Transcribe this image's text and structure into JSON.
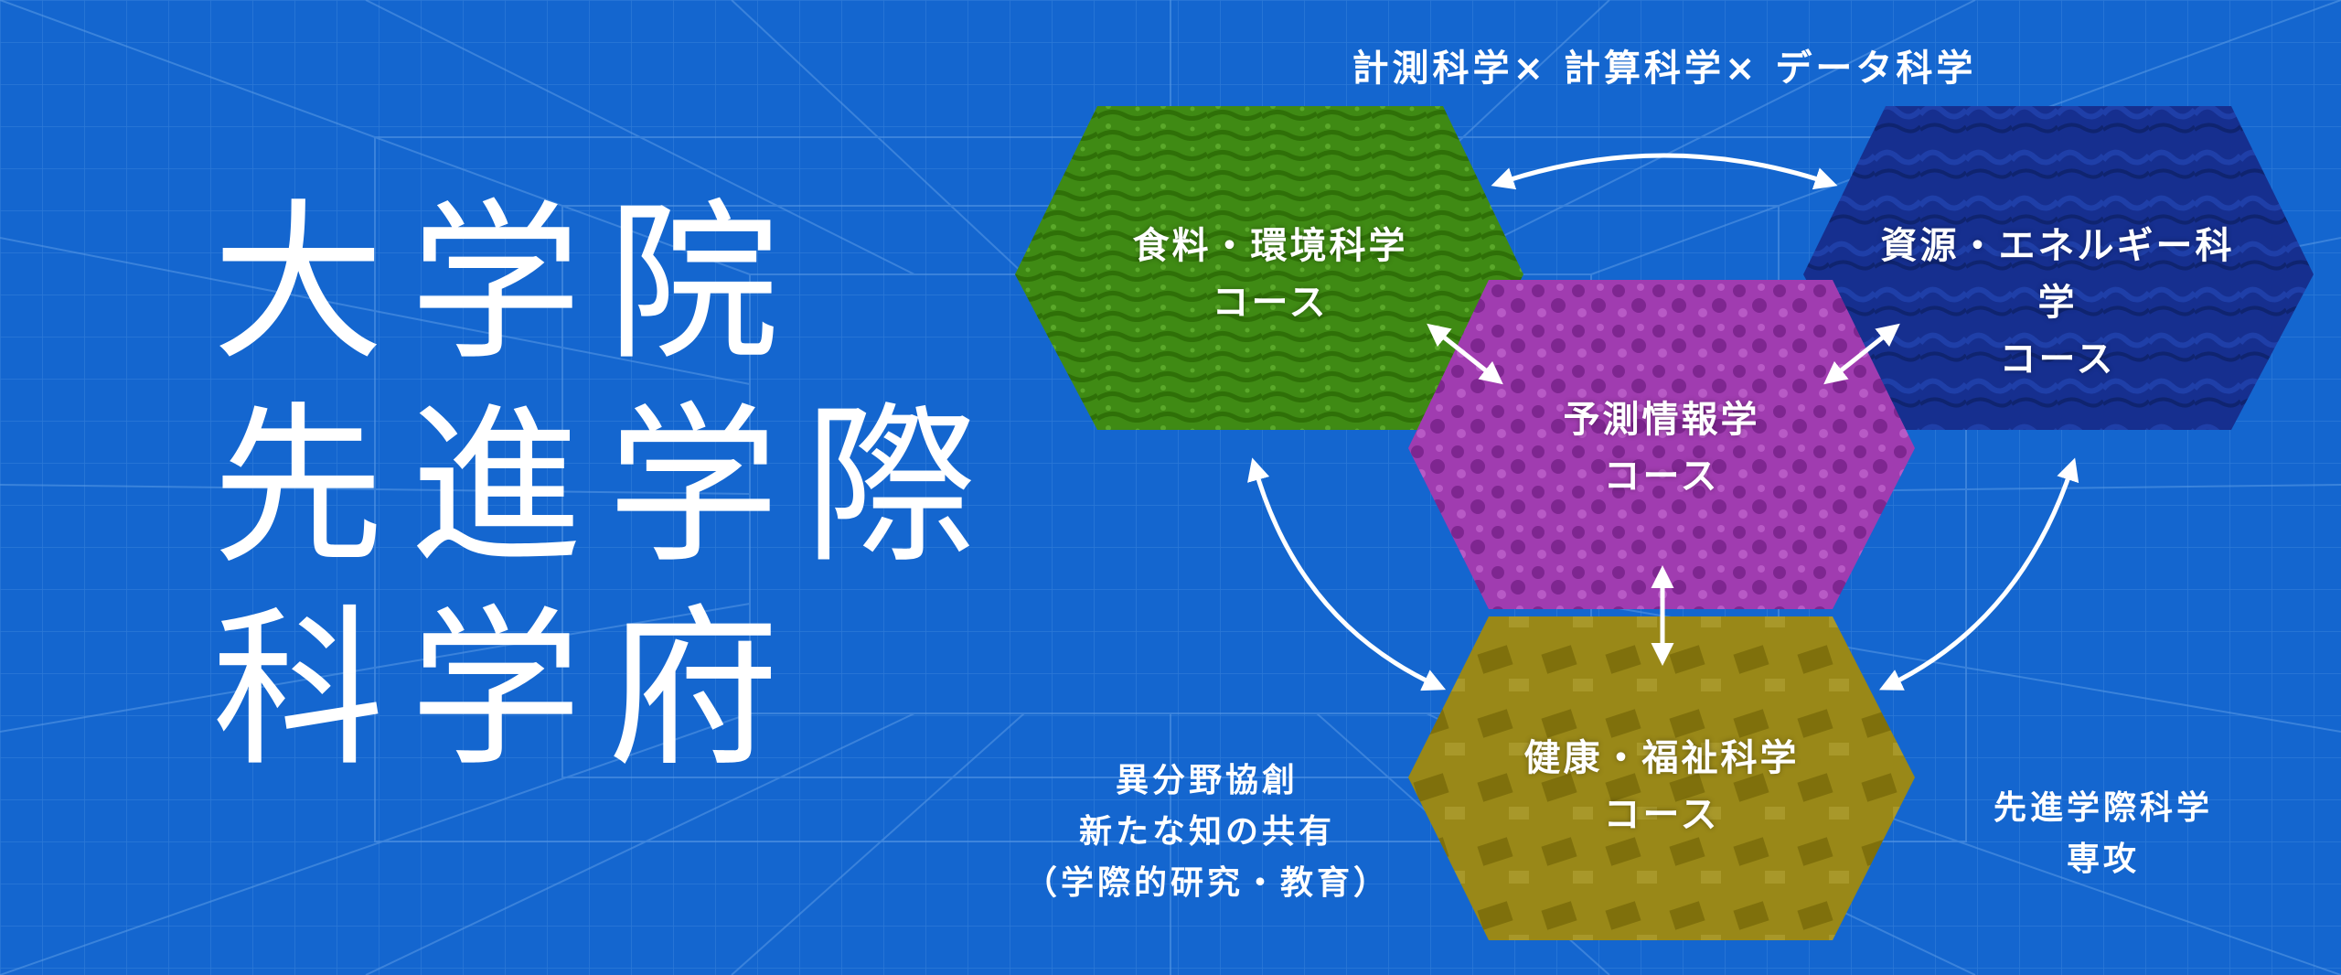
{
  "title": {
    "line1": "大学院",
    "line2": "先進学際",
    "line3": "科学府"
  },
  "top_caption": "計測科学× 計算科学× データ科学",
  "courses": {
    "food": {
      "name": "食料・環境科学",
      "suffix": "コース",
      "color": "#3f8a14"
    },
    "energy": {
      "name": "資源・エネルギー科学",
      "suffix": "コース",
      "color": "#162f8f"
    },
    "prediction": {
      "name": "予測情報学",
      "suffix": "コース",
      "color": "#9a36a8"
    },
    "health": {
      "name": "健康・福祉科学",
      "suffix": "コース",
      "color": "#948316"
    }
  },
  "left_caption": {
    "line1": "異分野協創",
    "line2": "新たな知の共有",
    "line3": "（学際的研究・教育）"
  },
  "right_caption": {
    "line1": "先進学際科学",
    "line2": "専攻"
  },
  "colors": {
    "background": "#1466cf",
    "grid": "#4b8ee3",
    "text": "#ffffff"
  }
}
